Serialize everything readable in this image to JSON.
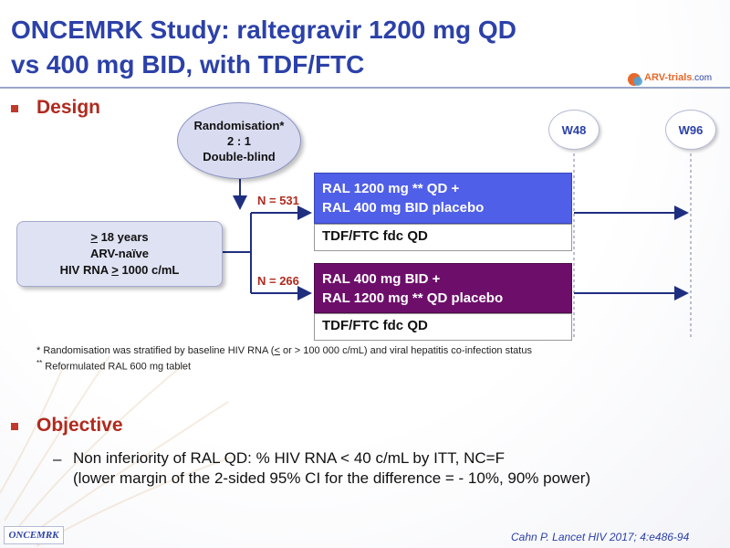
{
  "title": {
    "line1": "ONCEMRK Study: raltegravir 1200 mg QD",
    "line2": "vs 400 mg BID, with TDF/FTC"
  },
  "logo": {
    "brand": "ARV-trials",
    "domain": ".com"
  },
  "design": {
    "heading": "Design",
    "randomisation": [
      "Randomisation*",
      "2 : 1",
      "Double-blind"
    ],
    "population": {
      "age": {
        "sym": ">",
        "rest": " 18 years"
      },
      "status": "ARV-naïve",
      "rna": {
        "pre": "HIV RNA ",
        "sym": ">",
        "rest": " 1000 c/mL"
      }
    },
    "arms": [
      {
        "n_label": "N = 531",
        "line1": "RAL 1200 mg ** QD +",
        "line2": "RAL  400 mg BID placebo",
        "backbone": "TDF/FTC fdc QD"
      },
      {
        "n_label": "N = 266",
        "line1": "RAL 400 mg BID +",
        "line2": "RAL  1200 mg ** QD placebo",
        "backbone": "TDF/FTC fdc QD"
      }
    ],
    "weeks": [
      "W48",
      "W96"
    ],
    "footnotes": {
      "f1_pre": "* Randomisation was stratified by baseline HIV RNA (",
      "f1_sym": "<",
      "f1_post": " or > 100 000 c/mL) and viral hepatitis co-infection status",
      "f2_mark": "**",
      "f2_text": " Reformulated RAL 600 mg tablet"
    }
  },
  "objective": {
    "heading": "Objective",
    "dash": "–",
    "line1": "Non inferiority of RAL QD: % HIV RNA < 40 c/mL by ITT, NC=F",
    "line2": "(lower margin of the 2-sided 95% CI for the difference =  - 10%, 90% power)"
  },
  "study_badge": "ONCEMRK",
  "citation": "Cahn P. Lancet HIV 2017; 4:e486-94",
  "colors": {
    "title": "#2c41a8",
    "section": "#b02a1e",
    "arm1": "#4f5fe8",
    "arm2": "#6d0f6a",
    "arrow": "#1f2f80"
  }
}
